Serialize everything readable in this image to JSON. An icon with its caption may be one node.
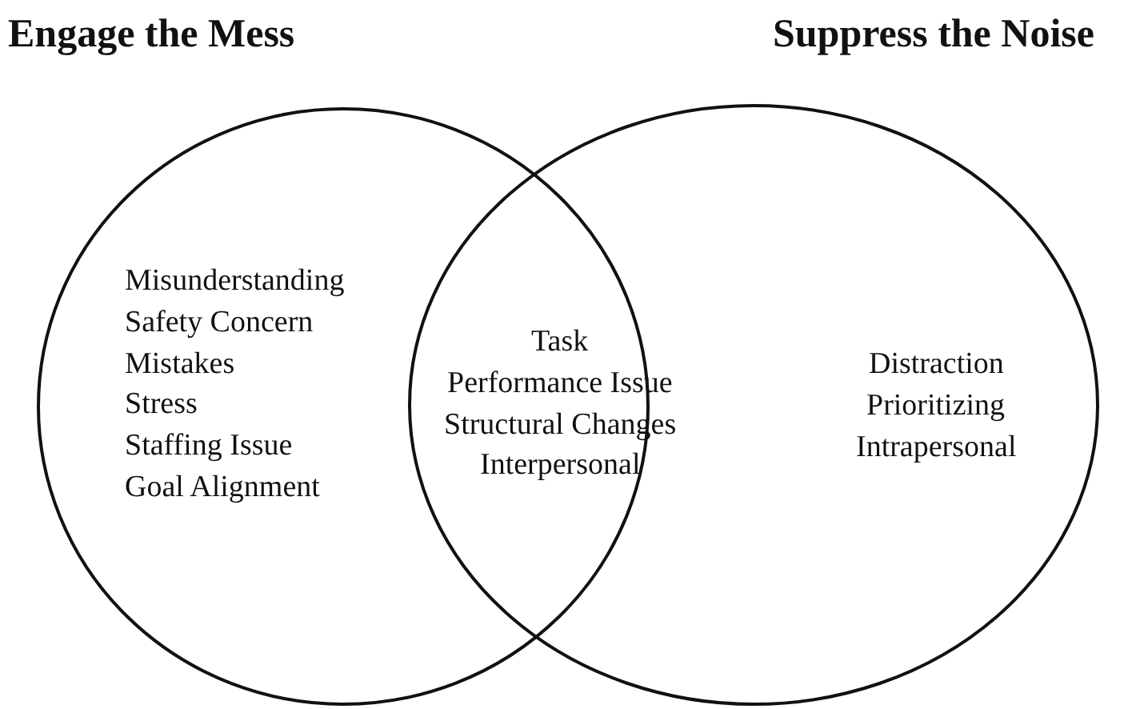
{
  "diagram": {
    "nodes": [
      {
        "text": [
          "Engage the Mess"
        ]
      },
      {
        "text": [
          "Suppress the Noise"
        ]
      }
    ],
    "edges": [],
    "labels": [
      "Misunderstanding",
      "Safety Concern",
      "Mistakes",
      "Stress",
      "Staffing Issue",
      "Goal Alignment",
      "Task",
      "Performance Issue",
      "Structural Changes",
      "Interpersonal",
      "Distraction",
      "Prioritizing",
      "Intrapersonal"
    ]
  }
}
